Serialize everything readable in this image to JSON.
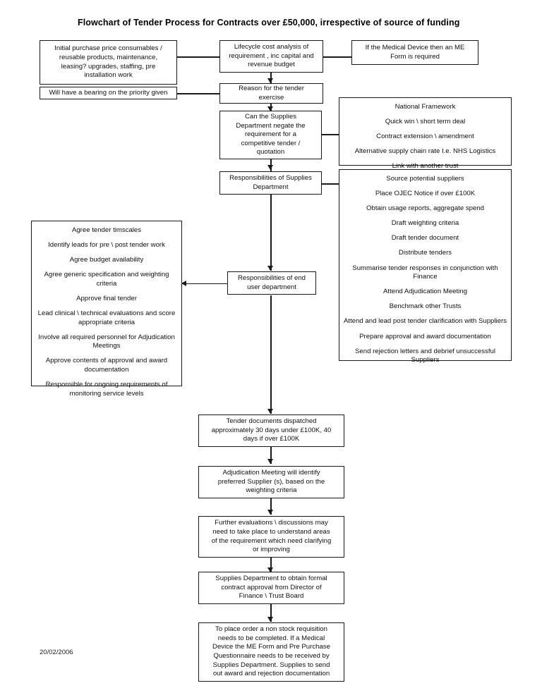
{
  "document": {
    "title": "Flowchart of Tender Process for Contracts over £50,000, irrespective of source of funding",
    "date": "20/02/2006"
  },
  "nodes": {
    "initial_purchase_price": {
      "lines": [
        "Initial purchase price consumables /",
        "reusable products,  maintenance,",
        "leasing?  upgrades, staffing, pre",
        "installation work"
      ]
    },
    "lifecycle_cost": {
      "lines": [
        "Lifecycle cost analysis of",
        "requirement , inc capital and",
        "revenue budget"
      ]
    },
    "medical_device_me_form": {
      "lines": [
        "If the Medical Device then an ME",
        "Form is required"
      ]
    },
    "bearing_on_priority": {
      "lines": [
        "Will have a bearing on the priority given"
      ]
    },
    "reason_for_tender": {
      "lines": [
        "Reason for the tender",
        "exercise"
      ]
    },
    "can_supplies_negate": {
      "lines": [
        "Can the Supplies",
        "Department negate the",
        "requirement for a",
        "competitive tender /",
        "quotation"
      ]
    },
    "national_framework": {
      "lines": [
        "National Framework",
        "Quick win \\ short term deal",
        "Contract extension \\ amendment",
        "Alternative supply chain rate I.e. NHS Logistics",
        "Link with another trust"
      ]
    },
    "responsibilities_supplies": {
      "lines": [
        "Responsibilities of Supplies",
        "Department"
      ]
    },
    "source_potential_suppliers": {
      "lines": [
        "Source potential suppliers",
        "Place OJEC Notice if over £100K",
        "Obtain usage reports, aggregate spend",
        "Draft weighting criteria",
        "Draft tender document",
        "Distribute tenders",
        "Summarise tender responses in conjunction with Finance",
        "Attend Adjudication Meeting",
        "Benchmark other Trusts",
        "Attend and lead post tender clarification with Suppliers",
        "Prepare approval and award documentation",
        "Send rejection letters and debrief unsuccessful Suppliers"
      ]
    },
    "agree_tender_timescales": {
      "lines": [
        "Agree tender timscales",
        "Identify leads for pre \\ post tender work",
        "Agree budget availability",
        "Agree generic specification and weighting criteria",
        "Approve final tender",
        "Lead clinical \\ technical evaluations and score appropriate criteria",
        "Involve all required personnel for Adjudication Meetings",
        "Approve contents of approval and award documentation",
        "Responsible for ongoing requirements of monitoring service levels"
      ]
    },
    "responsibilities_end_user": {
      "lines": [
        "Responsibilities of end",
        "user department"
      ]
    },
    "tender_documents_dispatched": {
      "lines": [
        "Tender documents dispatched",
        "approximately 30 days under £100K, 40",
        "days if over £100K"
      ]
    },
    "adjudication_meeting": {
      "lines": [
        "Adjudication Meeting will identify",
        "preferred Supplier (s), based on the",
        "weighting criteria"
      ]
    },
    "further_evaluations": {
      "lines": [
        "Further evaluations  \\ discussions may",
        "need to take place to understand areas",
        "of the requirement which need clarifying",
        "or improving"
      ]
    },
    "formal_contract_approval": {
      "lines": [
        "Supplies Department to obtain formal",
        "contract approval from Director of",
        "Finance \\ Trust Board"
      ]
    },
    "place_order": {
      "lines": [
        "To place order a non stock requisition",
        "needs to be completed.  If a Medical",
        "Device the ME Form and Pre Purchase",
        "Questionnaire needs to be received by",
        "Supplies Department.  Supplies to send",
        "out award and rejection documentation"
      ]
    }
  }
}
